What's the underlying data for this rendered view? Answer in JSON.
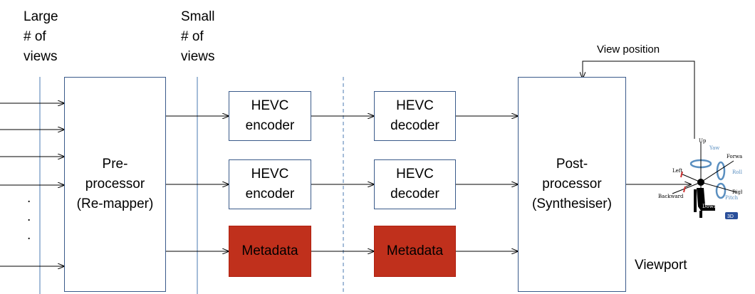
{
  "labels": {
    "large_views": [
      "Large",
      "# of",
      "views"
    ],
    "small_views": [
      "Small",
      "# of",
      "views"
    ],
    "view_position": "View position",
    "viewport": "Viewport",
    "dots": [
      ".",
      ".",
      "."
    ]
  },
  "boxes": {
    "preprocessor": [
      "Pre-",
      "processor",
      "(Re-mapper)"
    ],
    "encoder_1": [
      "HEVC",
      "encoder"
    ],
    "encoder_2": [
      "HEVC",
      "encoder"
    ],
    "decoder_1": [
      "HEVC",
      "decoder"
    ],
    "decoder_2": [
      "HEVC",
      "decoder"
    ],
    "metadata_1": "Metadata",
    "metadata_2": "Metadata",
    "postprocessor": [
      "Post-",
      "processor",
      "(Synthesiser)"
    ]
  },
  "viewer_icon": {
    "labels": {
      "up": "Up",
      "yaw": "Yaw",
      "forward": "Forward",
      "roll": "Roll",
      "left": "Left",
      "right": "Right",
      "pitch": "Pitch",
      "backward": "Backward",
      "down": "Down",
      "badge": "3D"
    },
    "colors": {
      "rotation": "#5a8fc0",
      "translation": "#d03030",
      "body": "#000000"
    }
  },
  "colors": {
    "metadata_fill": "#c0301c",
    "box_border": "#3a5a8a",
    "divider": "#4a7ab0"
  }
}
